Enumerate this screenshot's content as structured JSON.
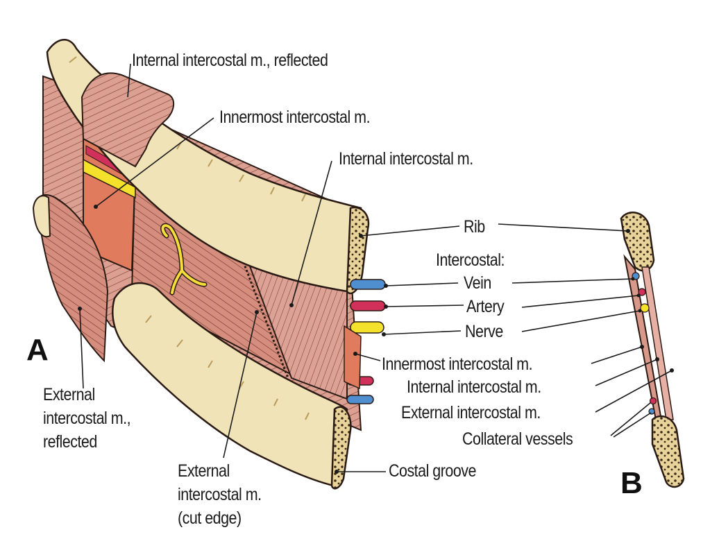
{
  "panels": {
    "a": "A",
    "b": "B"
  },
  "labels": {
    "internal_reflected": "Internal intercostal m., reflected",
    "innermost": "Innermost intercostal m.",
    "internal": "Internal intercostal m.",
    "rib": "Rib",
    "intercostal": "Intercostal:",
    "vein": "Vein",
    "artery": "Artery",
    "nerve": "Nerve",
    "innermost_b": "Innermost intercostal m.",
    "internal_b": "Internal intercostal m.",
    "external_b": "External intercostal m.",
    "collateral": "Collateral vessels",
    "costal_groove": "Costal groove",
    "external_reflected": "External\nintercostal m.,\nreflected",
    "external_cut": "External\nintercostal m.\n(cut edge)"
  },
  "colors": {
    "bone": "#f1e3b8",
    "bone_shadow": "#d9c48e",
    "muscle": "#d9998a",
    "muscle_dark": "#c97d6e",
    "innermost_muscle": "#e07b5e",
    "vein": "#4f8fd0",
    "artery": "#d0305a",
    "nerve": "#f1e02a",
    "outline": "#2a1a14"
  }
}
